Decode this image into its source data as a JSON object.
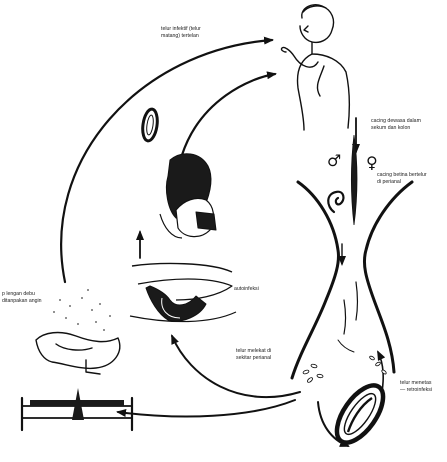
{
  "labels": {
    "infective_eggs": [
      "telur infektif (telur",
      "matang) tertelan"
    ],
    "adult_worms": [
      "cacing dewasa dalam",
      "sekum dan kolon"
    ],
    "female_worm": [
      "cacing betina bertelur",
      "di perianal"
    ],
    "autoinfection": "autoinfeksi",
    "eggs_perianal": [
      "telur melekat di",
      "sekitar perianal"
    ],
    "hatching_eggs": [
      "telur menetas",
      "— retroinfeksi"
    ],
    "airborne_eggs": [
      "p lengan debu",
      "ditanpakan angin"
    ]
  },
  "symbols": {
    "male": "♂",
    "female": "♀"
  },
  "colors": {
    "ink": "#111111",
    "background": "#ffffff"
  }
}
